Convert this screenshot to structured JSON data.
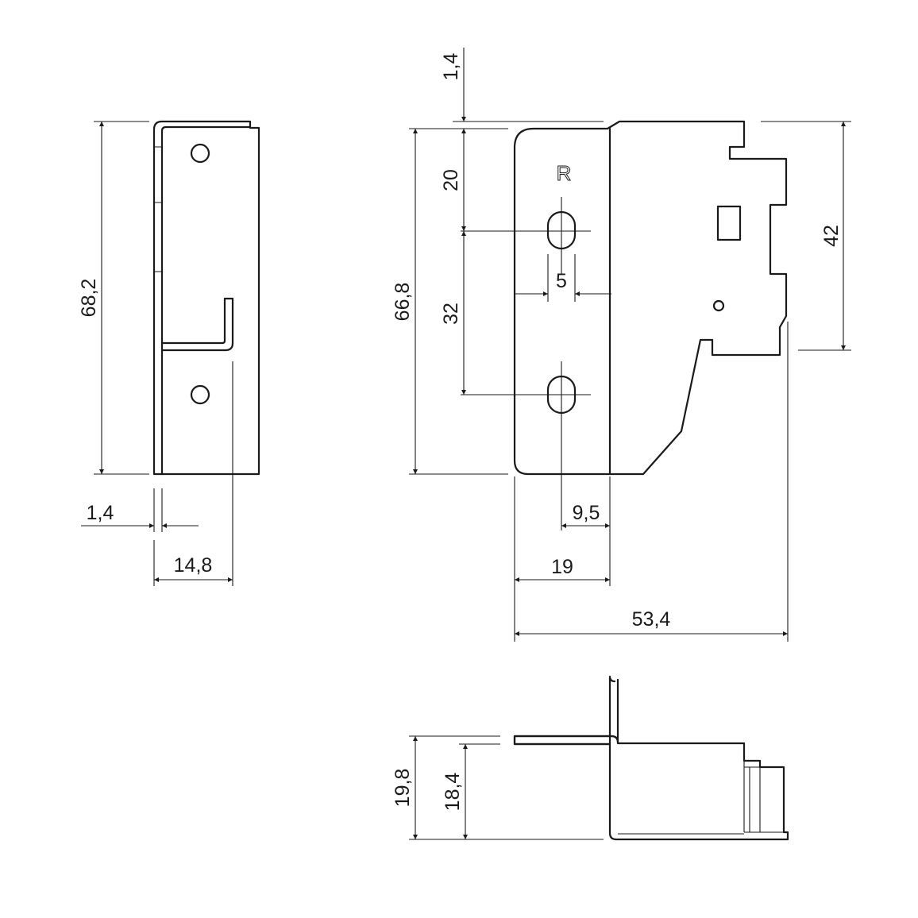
{
  "drawing": {
    "brand_mark": "R",
    "side_view": {
      "dims": {
        "height": "68,2",
        "thickness": "1,4",
        "depth": "14,8"
      }
    },
    "front_view": {
      "dims": {
        "top_offset": "1,4",
        "slot_to_top": "20",
        "slot_spacing": "32",
        "slot_width": "5",
        "height": "66,8",
        "right_height": "42",
        "slot_offset": "9,5",
        "plate_width": "19",
        "total_width": "53,4"
      }
    },
    "top_view": {
      "dims": {
        "outer": "19,8",
        "inner": "18,4"
      }
    }
  }
}
